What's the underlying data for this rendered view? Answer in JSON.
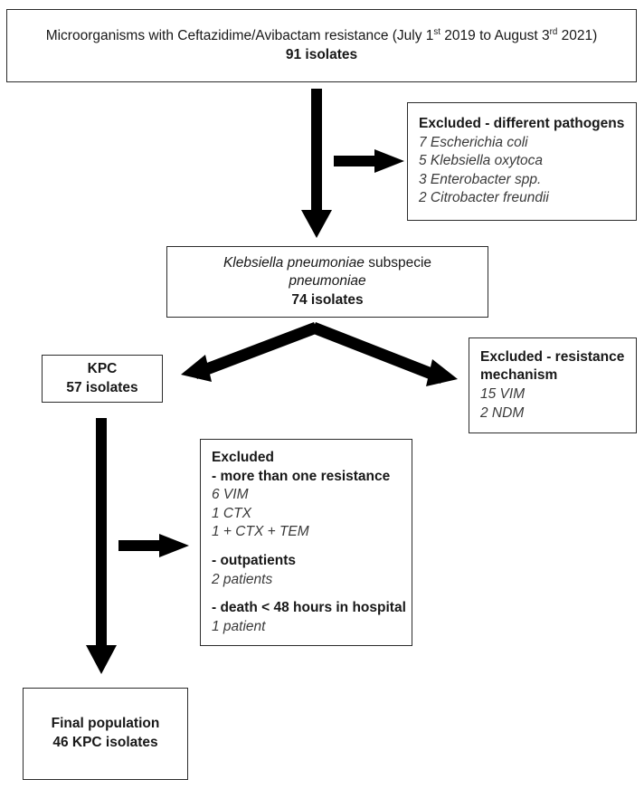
{
  "figure": {
    "type": "flowchart",
    "title_box": {
      "line1_pre": "Microorganisms with Ceftazidime/Avibactam resistance (July 1",
      "line1_sup1": "st",
      "line1_mid": " 2019 to August 3",
      "line1_sup2": "rd",
      "line1_post": " 2021)",
      "line2": "91 isolates"
    },
    "excluded_pathogens": {
      "heading": "Excluded - different pathogens",
      "items": [
        "7 Escherichia coli",
        "5 Klebsiella oxytoca",
        "3 Enterobacter spp.",
        "2 Citrobacter freundii"
      ]
    },
    "kleb_box": {
      "line1_italic": "Klebsiella pneumoniae",
      "line1_rest": " subspecie",
      "line2_italic": "pneumoniae",
      "line3": "74 isolates"
    },
    "kpc_box": {
      "line1": "KPC",
      "line2": "57 isolates"
    },
    "excluded_mechanism": {
      "heading_line1": "Excluded - resistance",
      "heading_line2": "mechanism",
      "items": [
        "15 VIM",
        "2 NDM"
      ]
    },
    "excluded_main": {
      "heading": "Excluded",
      "group1_label": "- more than one resistance",
      "group1_items": [
        "6 VIM",
        "1 CTX",
        "1 + CTX + TEM"
      ],
      "group2_label": "- outpatients",
      "group2_items": [
        "2 patients"
      ],
      "group3_label": "- death < 48 hours in hospital",
      "group3_items": [
        "1 patient"
      ]
    },
    "final_box": {
      "line1": "Final population",
      "line2": "46 KPC isolates"
    },
    "colors": {
      "arrow": "#000000",
      "border": "#2b2b2b",
      "text": "#181818",
      "italic_text": "#3a3a3a",
      "background": "#ffffff"
    }
  }
}
